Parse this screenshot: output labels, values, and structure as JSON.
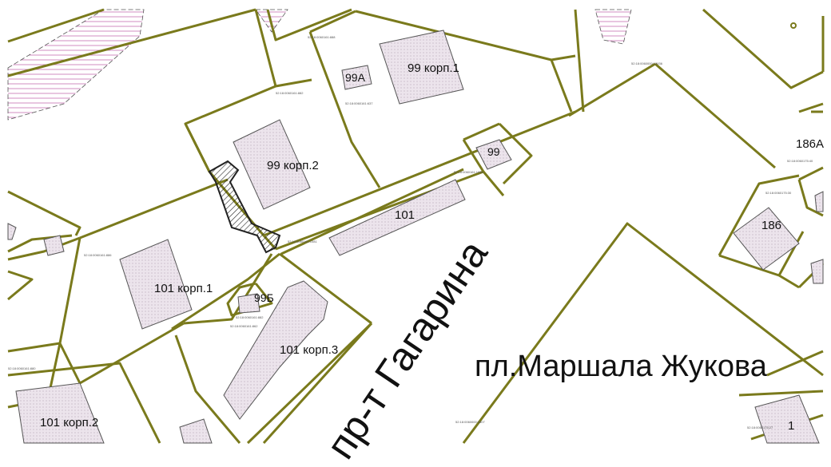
{
  "map": {
    "colors": {
      "parcel_line": "#7a7a1c",
      "building_fill": "#e6dde6",
      "building_stroke": "#555555",
      "hatch": "#d08cc0",
      "highlight": "#222222"
    },
    "streets": {
      "avenue": "пр-т Гагарина",
      "square": "пл.Маршала Жукова"
    },
    "buildings": [
      {
        "id": "b99k1",
        "label": "99 корп.1"
      },
      {
        "id": "b99a",
        "label": "99А"
      },
      {
        "id": "b99k2",
        "label": "99 корп.2"
      },
      {
        "id": "b99",
        "label": "99"
      },
      {
        "id": "b101",
        "label": "101"
      },
      {
        "id": "b101k1",
        "label": "101 корп.1"
      },
      {
        "id": "b99b",
        "label": "99Б"
      },
      {
        "id": "b101k3",
        "label": "101 корп.3"
      },
      {
        "id": "b101k2",
        "label": "101 корп.2"
      },
      {
        "id": "b186",
        "label": "186"
      },
      {
        "id": "b186a",
        "label": "186А"
      },
      {
        "id": "b1",
        "label": "1"
      }
    ],
    "cadastral": [
      {
        "id": "c1",
        "text": "52:18:0060161:888"
      },
      {
        "id": "c2",
        "text": "52:18:0060161:882"
      },
      {
        "id": "c3",
        "text": "52:18:0060161:637"
      },
      {
        "id": "c4",
        "text": "52:18:0060161:1080"
      },
      {
        "id": "c5",
        "text": "52:18:0060161:1081"
      },
      {
        "id": "c6",
        "text": "52:18:0060161:886"
      },
      {
        "id": "c7",
        "text": "52:18:0060161:882"
      },
      {
        "id": "c8",
        "text": "52:18:0060161:862"
      },
      {
        "id": "c9",
        "text": "52:18:0060161:880"
      },
      {
        "id": "c10",
        "text": "52:18:0060000:13936"
      },
      {
        "id": "c11",
        "text": "52:18:0060175:40"
      },
      {
        "id": "c12",
        "text": "52:18:0060175:30"
      },
      {
        "id": "c13",
        "text": "52:18:0060000:1807"
      },
      {
        "id": "c14",
        "text": "52:18:0060175:27"
      }
    ]
  }
}
